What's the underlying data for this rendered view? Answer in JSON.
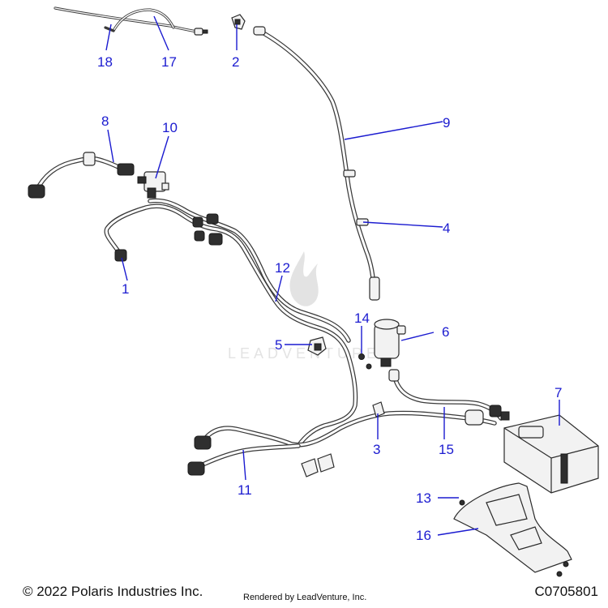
{
  "watermark": {
    "text": "LEADVENTURE"
  },
  "callouts": [
    {
      "id": "c1",
      "label": "1"
    },
    {
      "id": "c2",
      "label": "2"
    },
    {
      "id": "c3",
      "label": "3"
    },
    {
      "id": "c4",
      "label": "4"
    },
    {
      "id": "c5",
      "label": "5"
    },
    {
      "id": "c6",
      "label": "6"
    },
    {
      "id": "c7",
      "label": "7"
    },
    {
      "id": "c8",
      "label": "8"
    },
    {
      "id": "c9",
      "label": "9"
    },
    {
      "id": "c10",
      "label": "10"
    },
    {
      "id": "c11",
      "label": "11"
    },
    {
      "id": "c12",
      "label": "12"
    },
    {
      "id": "c13",
      "label": "13"
    },
    {
      "id": "c14",
      "label": "14"
    },
    {
      "id": "c15",
      "label": "15"
    },
    {
      "id": "c16",
      "label": "16"
    },
    {
      "id": "c17",
      "label": "17"
    },
    {
      "id": "c18",
      "label": "18"
    }
  ],
  "footer": {
    "copyright": "© 2022 Polaris Industries Inc.",
    "rendered_by": "Rendered by LeadVenture, Inc.",
    "diagram_code": "C0705801"
  },
  "colors": {
    "callout": "#1b1bd0",
    "line_art": "#3a3a3a"
  }
}
